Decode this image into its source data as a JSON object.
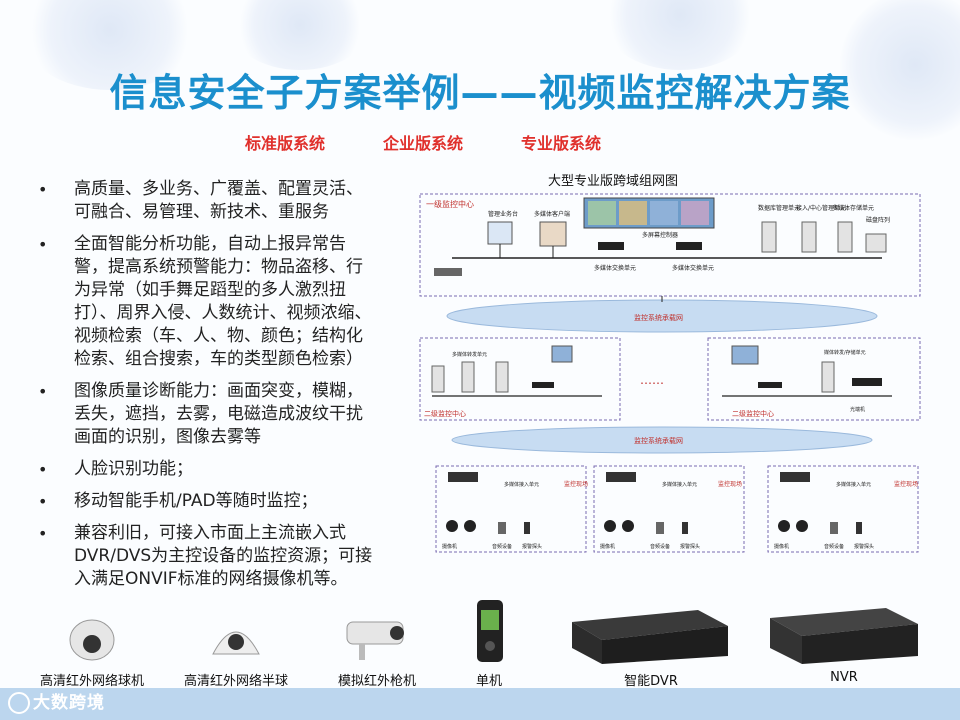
{
  "title": "信息安全子方案举例——视频监控解决方案",
  "tabs": [
    "标准版系统",
    "企业版系统",
    "专业版系统"
  ],
  "bullets": [
    "高质量、多业务、广覆盖、配置灵活、可融合、易管理、新技术、重服务",
    "全面智能分析功能，自动上报异常告警，提高系统预警能力：物品盗移、行为异常（如手舞足蹈型的多人激烈扭打）、周界入侵、人数统计、视频浓缩、视频检索（车、人、物、颜色；结构化检索、组合搜索，车的类型颜色检索）",
    "图像质量诊断能力：画面突变，模糊，丢失，遮挡，去雾，电磁造成波纹干扰画面的识别，图像去雾等",
    "人脸识别功能；",
    "移动智能手机/PAD等随时监控；",
    "兼容利旧，可接入市面上主流嵌入式DVR/DVS为主控设备的监控资源；可接入满足ONVIF标准的网络摄像机等。"
  ],
  "diagram": {
    "title": "大型专业版跨域组网图",
    "level1": "一级监控中心",
    "level2": "二级监控中心",
    "network": "监控系统承载网",
    "site": "监控现场",
    "labels": {
      "mgmt": "管理业务台",
      "client": "多媒体客户端",
      "wall": "多屏幕控制器",
      "switch": "多媒体交换单元",
      "db": "数据库管理单元",
      "access": "接入/中心管理单元",
      "storage": "多媒体存储单元",
      "disk": "磁盘阵列",
      "fwd": "多媒体转发单元",
      "fwdstore": "媒体转发/存储单元",
      "acc2": "多媒体接入单元",
      "optic": "光端机",
      "cam": "摄像机",
      "audio": "音频设备",
      "alarm": "报警探头",
      "dots": "……"
    }
  },
  "products": [
    "高清红外网络球机",
    "高清红外网络半球",
    "模拟红外枪机",
    "单机",
    "智能DVR",
    "NVR"
  ],
  "watermark": "大数跨境"
}
